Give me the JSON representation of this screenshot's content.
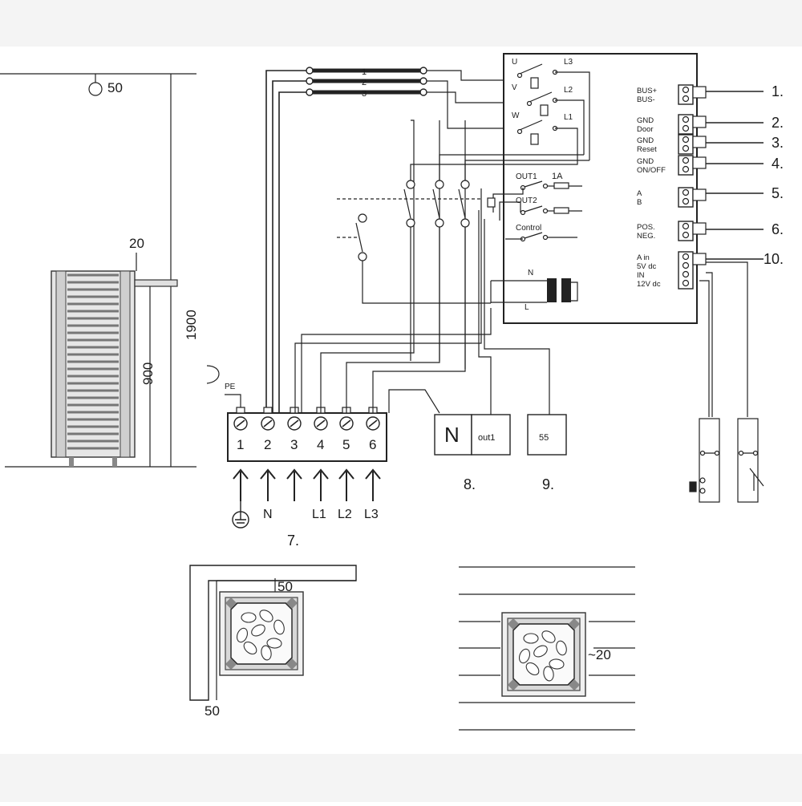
{
  "heater_elevation": {
    "top_clearance": "50",
    "side_clearance": "20",
    "total_height": "1900",
    "sensor_height": "900"
  },
  "contactor_wires": [
    "1",
    "2",
    "3"
  ],
  "control_unit": {
    "contact_labels": [
      "U",
      "L3",
      "V",
      "L2",
      "W",
      "L1"
    ],
    "outputs": [
      "OUT1",
      "1A",
      "OUT2",
      "Control"
    ],
    "transformer": [
      "N",
      "L"
    ],
    "connectors": [
      {
        "label": "BUS+\nBUS-",
        "num": "1."
      },
      {
        "label": "GND\nDoor",
        "num": "2."
      },
      {
        "label": "GND\nReset",
        "num": "3."
      },
      {
        "label": "GND\nON/OFF",
        "num": "4."
      },
      {
        "label": "A\nB",
        "num": "5."
      },
      {
        "label": "POS.\nNEG.",
        "num": "6."
      },
      {
        "label": "A in\n5V dc\nIN\n12V dc",
        "num": "10."
      }
    ]
  },
  "terminal_block": {
    "pe_label": "PE",
    "terminals": [
      "1",
      "2",
      "3",
      "4",
      "5",
      "6"
    ],
    "inputs": [
      "N",
      "L1",
      "L2",
      "L3"
    ],
    "label": "7."
  },
  "n_box": {
    "n": "N",
    "out": "out1",
    "label": "8."
  },
  "box_55": {
    "text": "55",
    "label": "9."
  },
  "top_views": {
    "corner_clearance_top": "50",
    "corner_clearance_side": "50",
    "wall_clearance": "~20"
  }
}
